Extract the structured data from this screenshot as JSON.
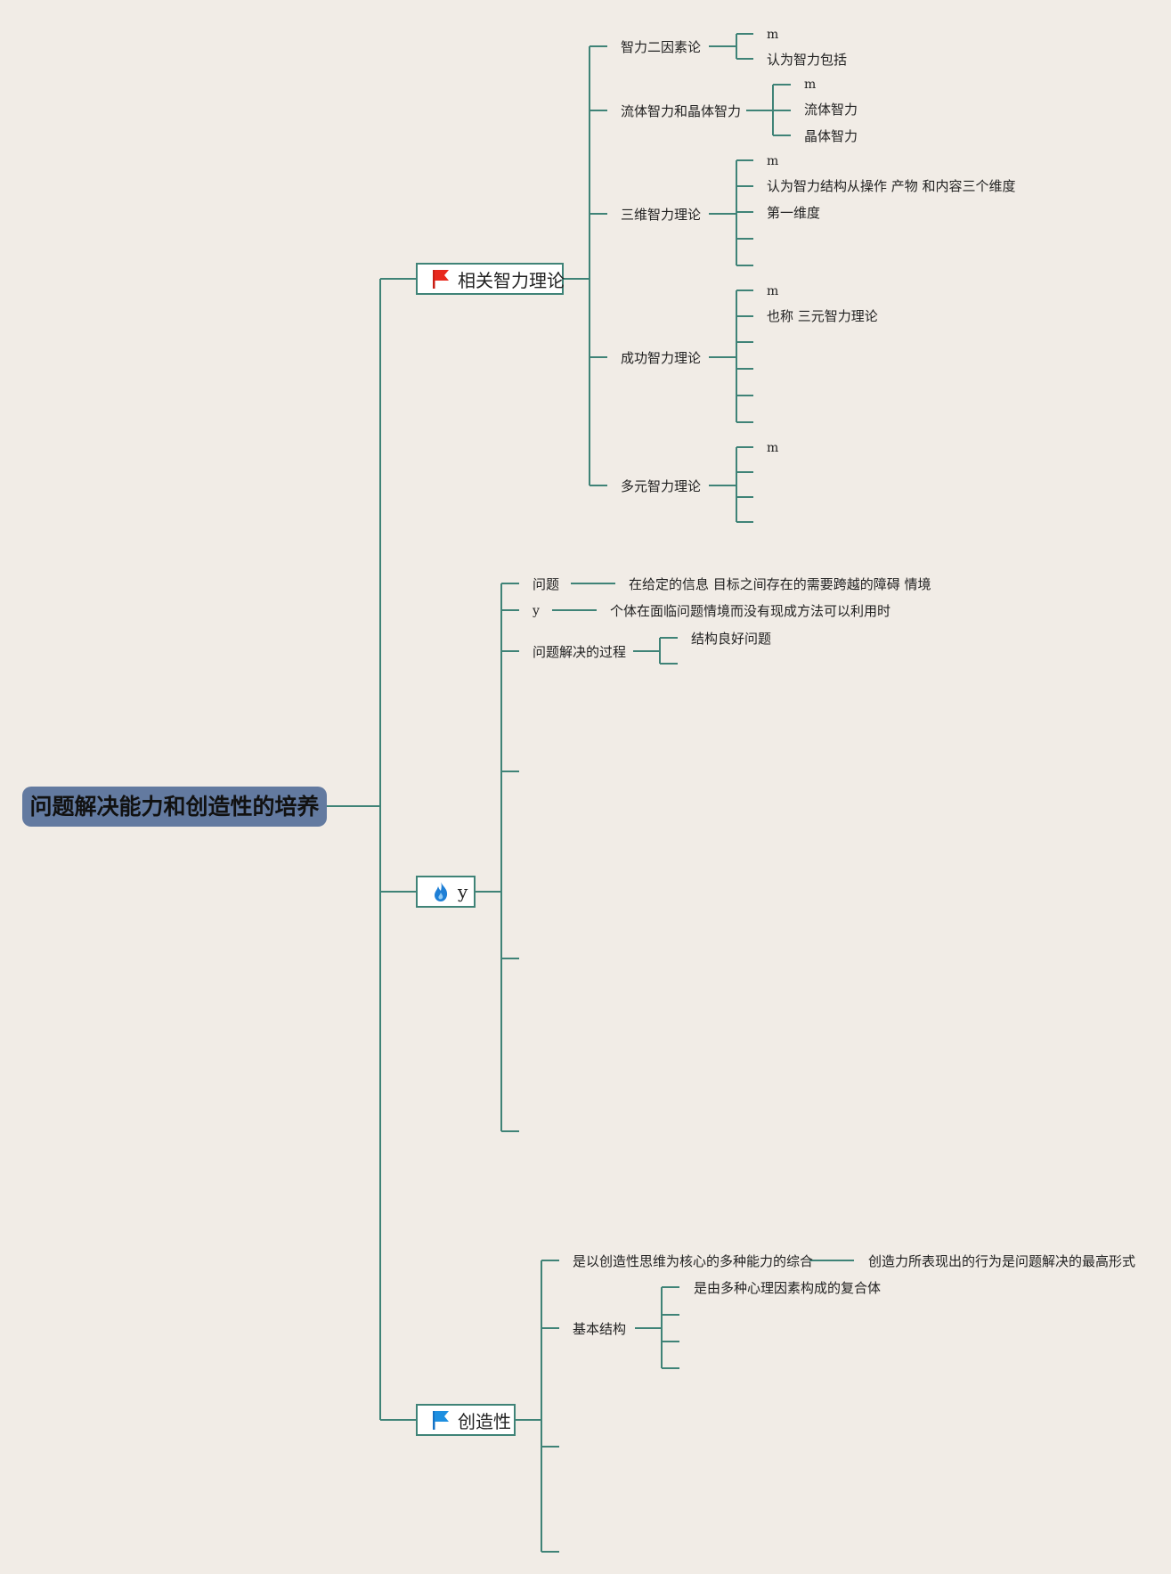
{
  "root": {
    "label": "问题解决能力和创造性的培养"
  },
  "branches": {
    "intelligence": {
      "label": "相关智力理论",
      "icon": "red-flag-icon",
      "color": "#e8281d",
      "children": {
        "two_factor": {
          "label": "智力二因素论",
          "items": [
            "m",
            "认为智力包括"
          ]
        },
        "fluid_crystal": {
          "label": "流体智力和晶体智力",
          "items": [
            "m",
            "流体智力",
            "晶体智力"
          ]
        },
        "three_dim": {
          "label": "三维智力理论",
          "items": [
            "m",
            "认为智力结构从操作 产物 和内容三个维度",
            "第一维度"
          ]
        },
        "success": {
          "label": "成功智力理论",
          "items": [
            "m",
            "也称 三元智力理论"
          ]
        },
        "multiple": {
          "label": "多元智力理论",
          "items": [
            "m"
          ]
        }
      }
    },
    "problem": {
      "label": "y",
      "icon": "flame-icon",
      "color": "#1e7fd6",
      "children": {
        "question": {
          "label": "问题",
          "detail": "在给定的信息 目标之间存在的需要跨越的障碍 情境"
        },
        "y": {
          "label": "y",
          "detail": "个体在面临问题情境而没有现成方法可以利用时"
        },
        "process": {
          "label": "问题解决的过程",
          "items": [
            "结构良好问题"
          ]
        }
      }
    },
    "creativity": {
      "label": "创造性",
      "icon": "blue-flag-icon",
      "color": "#1e8fe0",
      "children": {
        "definition": {
          "label": "是以创造性思维为核心的多种能力的综合",
          "detail": "创造力所表现出的行为是问题解决的最高形式"
        },
        "structure": {
          "label": "基本结构",
          "items": [
            "是由多种心理因素构成的复合体"
          ]
        }
      }
    }
  }
}
